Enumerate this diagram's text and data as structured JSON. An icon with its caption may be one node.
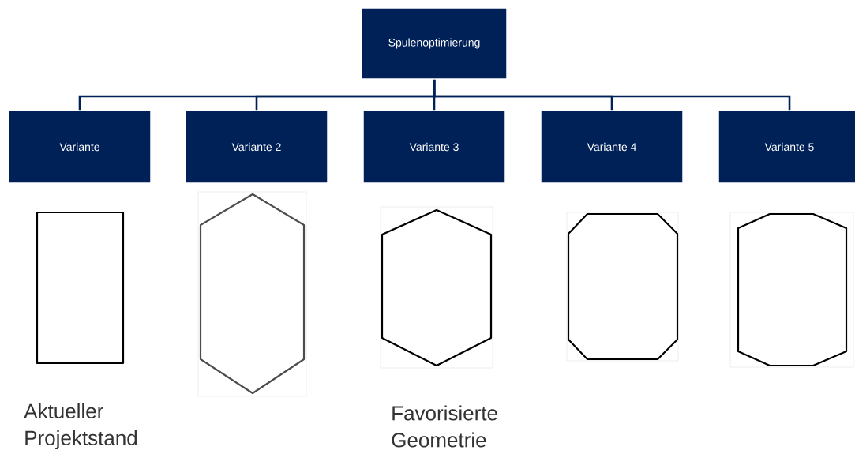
{
  "diagram": {
    "nodes": [
      {
        "text": [
          "Spulenoptimierung"
        ]
      },
      {
        "text": [
          "Variante"
        ]
      },
      {
        "text": [
          "Variante 2"
        ]
      },
      {
        "text": [
          "Variante 3"
        ]
      },
      {
        "text": [
          "Variante 4"
        ]
      },
      {
        "text": [
          "Variante 5"
        ]
      }
    ],
    "edges": [
      {
        "from": 0,
        "to": 1,
        "arrow": "none"
      },
      {
        "from": 0,
        "to": 2,
        "arrow": "none"
      },
      {
        "from": 0,
        "to": 3,
        "arrow": "none"
      },
      {
        "from": 0,
        "to": 4,
        "arrow": "none"
      },
      {
        "from": 0,
        "to": 5,
        "arrow": "none"
      }
    ],
    "labels": [
      "Aktueller Projektstand",
      "Favorisierte Geometrie"
    ]
  }
}
